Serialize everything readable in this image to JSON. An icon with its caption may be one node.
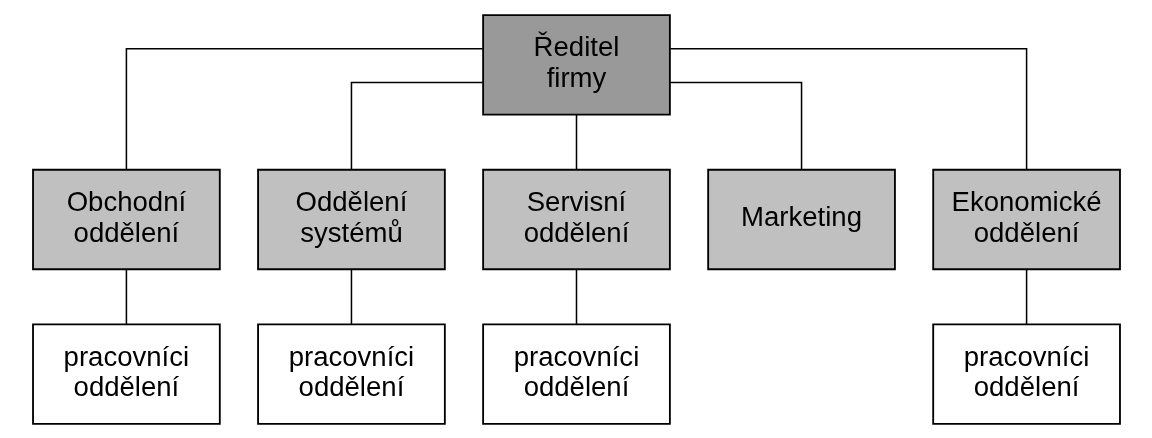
{
  "diagram": {
    "nodes": [
      {
        "text": [
          "Ředitel firmy"
        ]
      },
      {
        "text": [
          "Obchodní oddělení"
        ]
      },
      {
        "text": [
          "Oddělení systémů"
        ]
      },
      {
        "text": [
          "Servisní oddělení"
        ]
      },
      {
        "text": [
          "Marketing"
        ]
      },
      {
        "text": [
          "Ekonomické oddělení"
        ]
      },
      {
        "text": [
          "pracovníci oddělení"
        ]
      },
      {
        "text": [
          "pracovníci oddělení"
        ]
      },
      {
        "text": [
          "pracovníci oddělení"
        ]
      },
      {
        "text": [
          "pracovníci oddělení"
        ]
      }
    ],
    "edges": [
      {
        "from": 0,
        "to": 1,
        "arrow": "none"
      },
      {
        "from": 0,
        "to": 2,
        "arrow": "none"
      },
      {
        "from": 0,
        "to": 3,
        "arrow": "none"
      },
      {
        "from": 0,
        "to": 4,
        "arrow": "none"
      },
      {
        "from": 0,
        "to": 5,
        "arrow": "none"
      },
      {
        "from": 1,
        "to": 6,
        "arrow": "none"
      },
      {
        "from": 2,
        "to": 7,
        "arrow": "none"
      },
      {
        "from": 3,
        "to": 8,
        "arrow": "none"
      },
      {
        "from": 5,
        "to": 9,
        "arrow": "none"
      }
    ]
  }
}
